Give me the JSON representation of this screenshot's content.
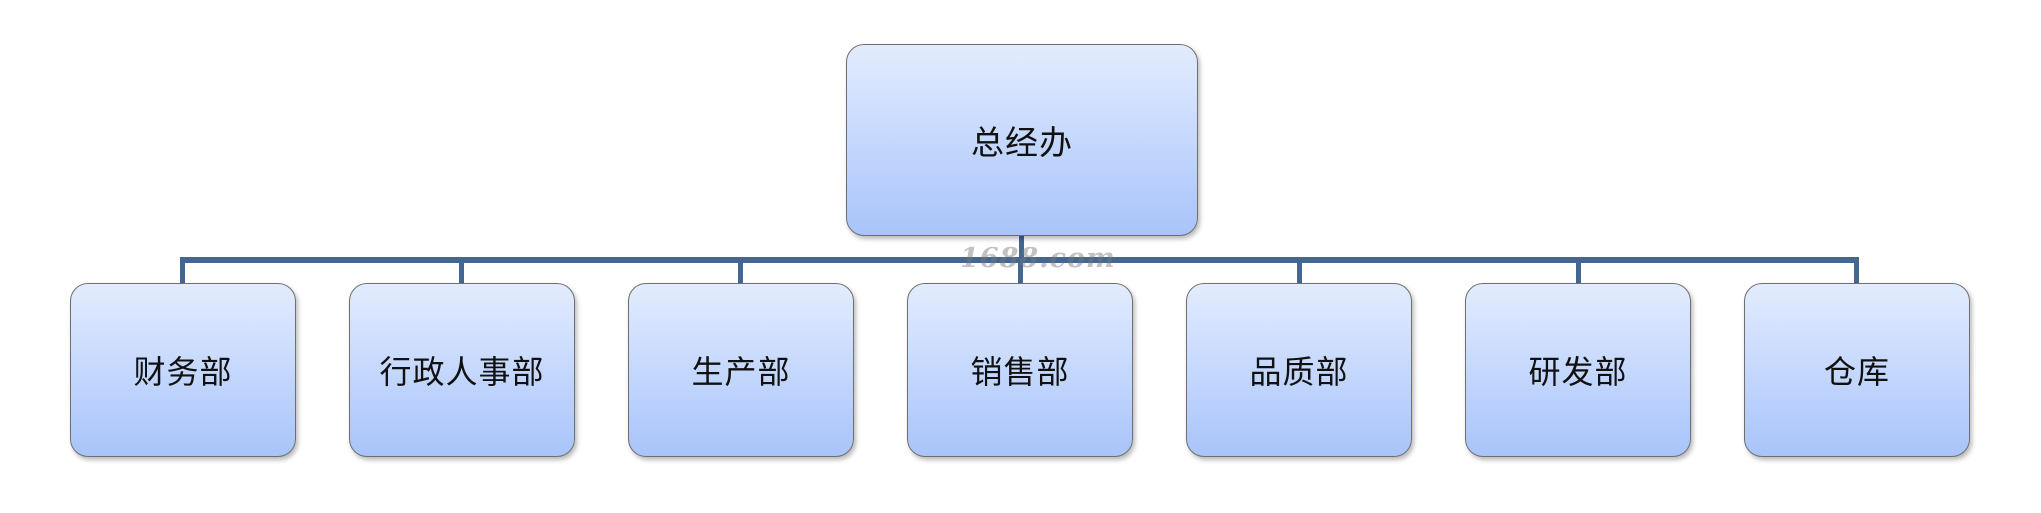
{
  "org_chart": {
    "root": {
      "label": "总经办"
    },
    "children": [
      {
        "label": "财务部"
      },
      {
        "label": "行政人事部"
      },
      {
        "label": "生产部"
      },
      {
        "label": "销售部"
      },
      {
        "label": "品质部"
      },
      {
        "label": "研发部"
      },
      {
        "label": "仓库"
      }
    ]
  },
  "watermark": "1688.com",
  "colors": {
    "connector": "#436790",
    "node_gradient_top": "#e3ecfd",
    "node_gradient_bottom": "#a9c4fa",
    "node_border": "#6f6f6f"
  }
}
